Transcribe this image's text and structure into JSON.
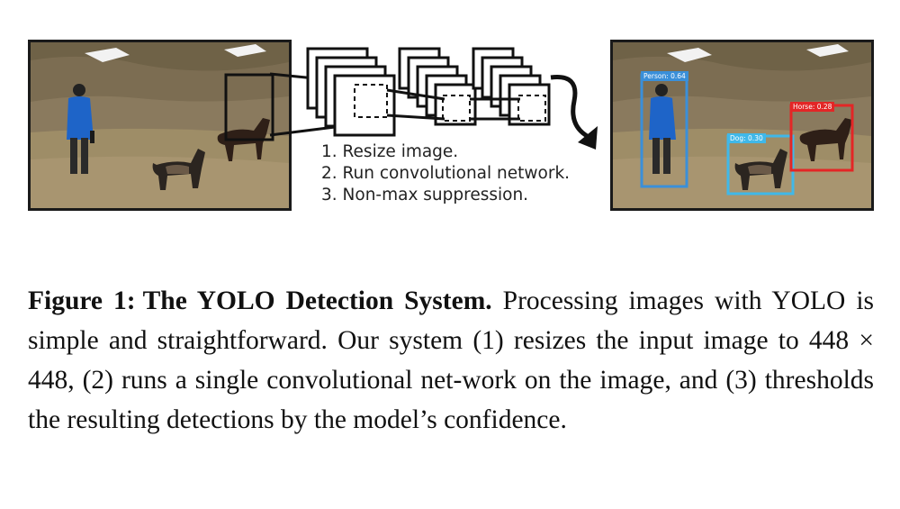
{
  "pipeline_steps": [
    "1. Resize image.",
    "2. Run convolutional network.",
    "3. Non-max suppression."
  ],
  "detections": [
    {
      "label": "Person: 0.64",
      "color": "#3a8fd9"
    },
    {
      "label": "Dog: 0.30",
      "color": "#40b8e8"
    },
    {
      "label": "Horse: 0.28",
      "color": "#e32626"
    }
  ],
  "caption": {
    "figure_number": "Figure 1:",
    "title": "The YOLO Detection System.",
    "text_part1": " Processing images with YOLO is simple and straightforward. Our system (1) resizes the input image to 448 ",
    "times_symbol": "×",
    "text_part2": " 448, (2) runs a single convolutional net-work on the image, and (3) thresholds the resulting detections by the model’s confidence."
  }
}
